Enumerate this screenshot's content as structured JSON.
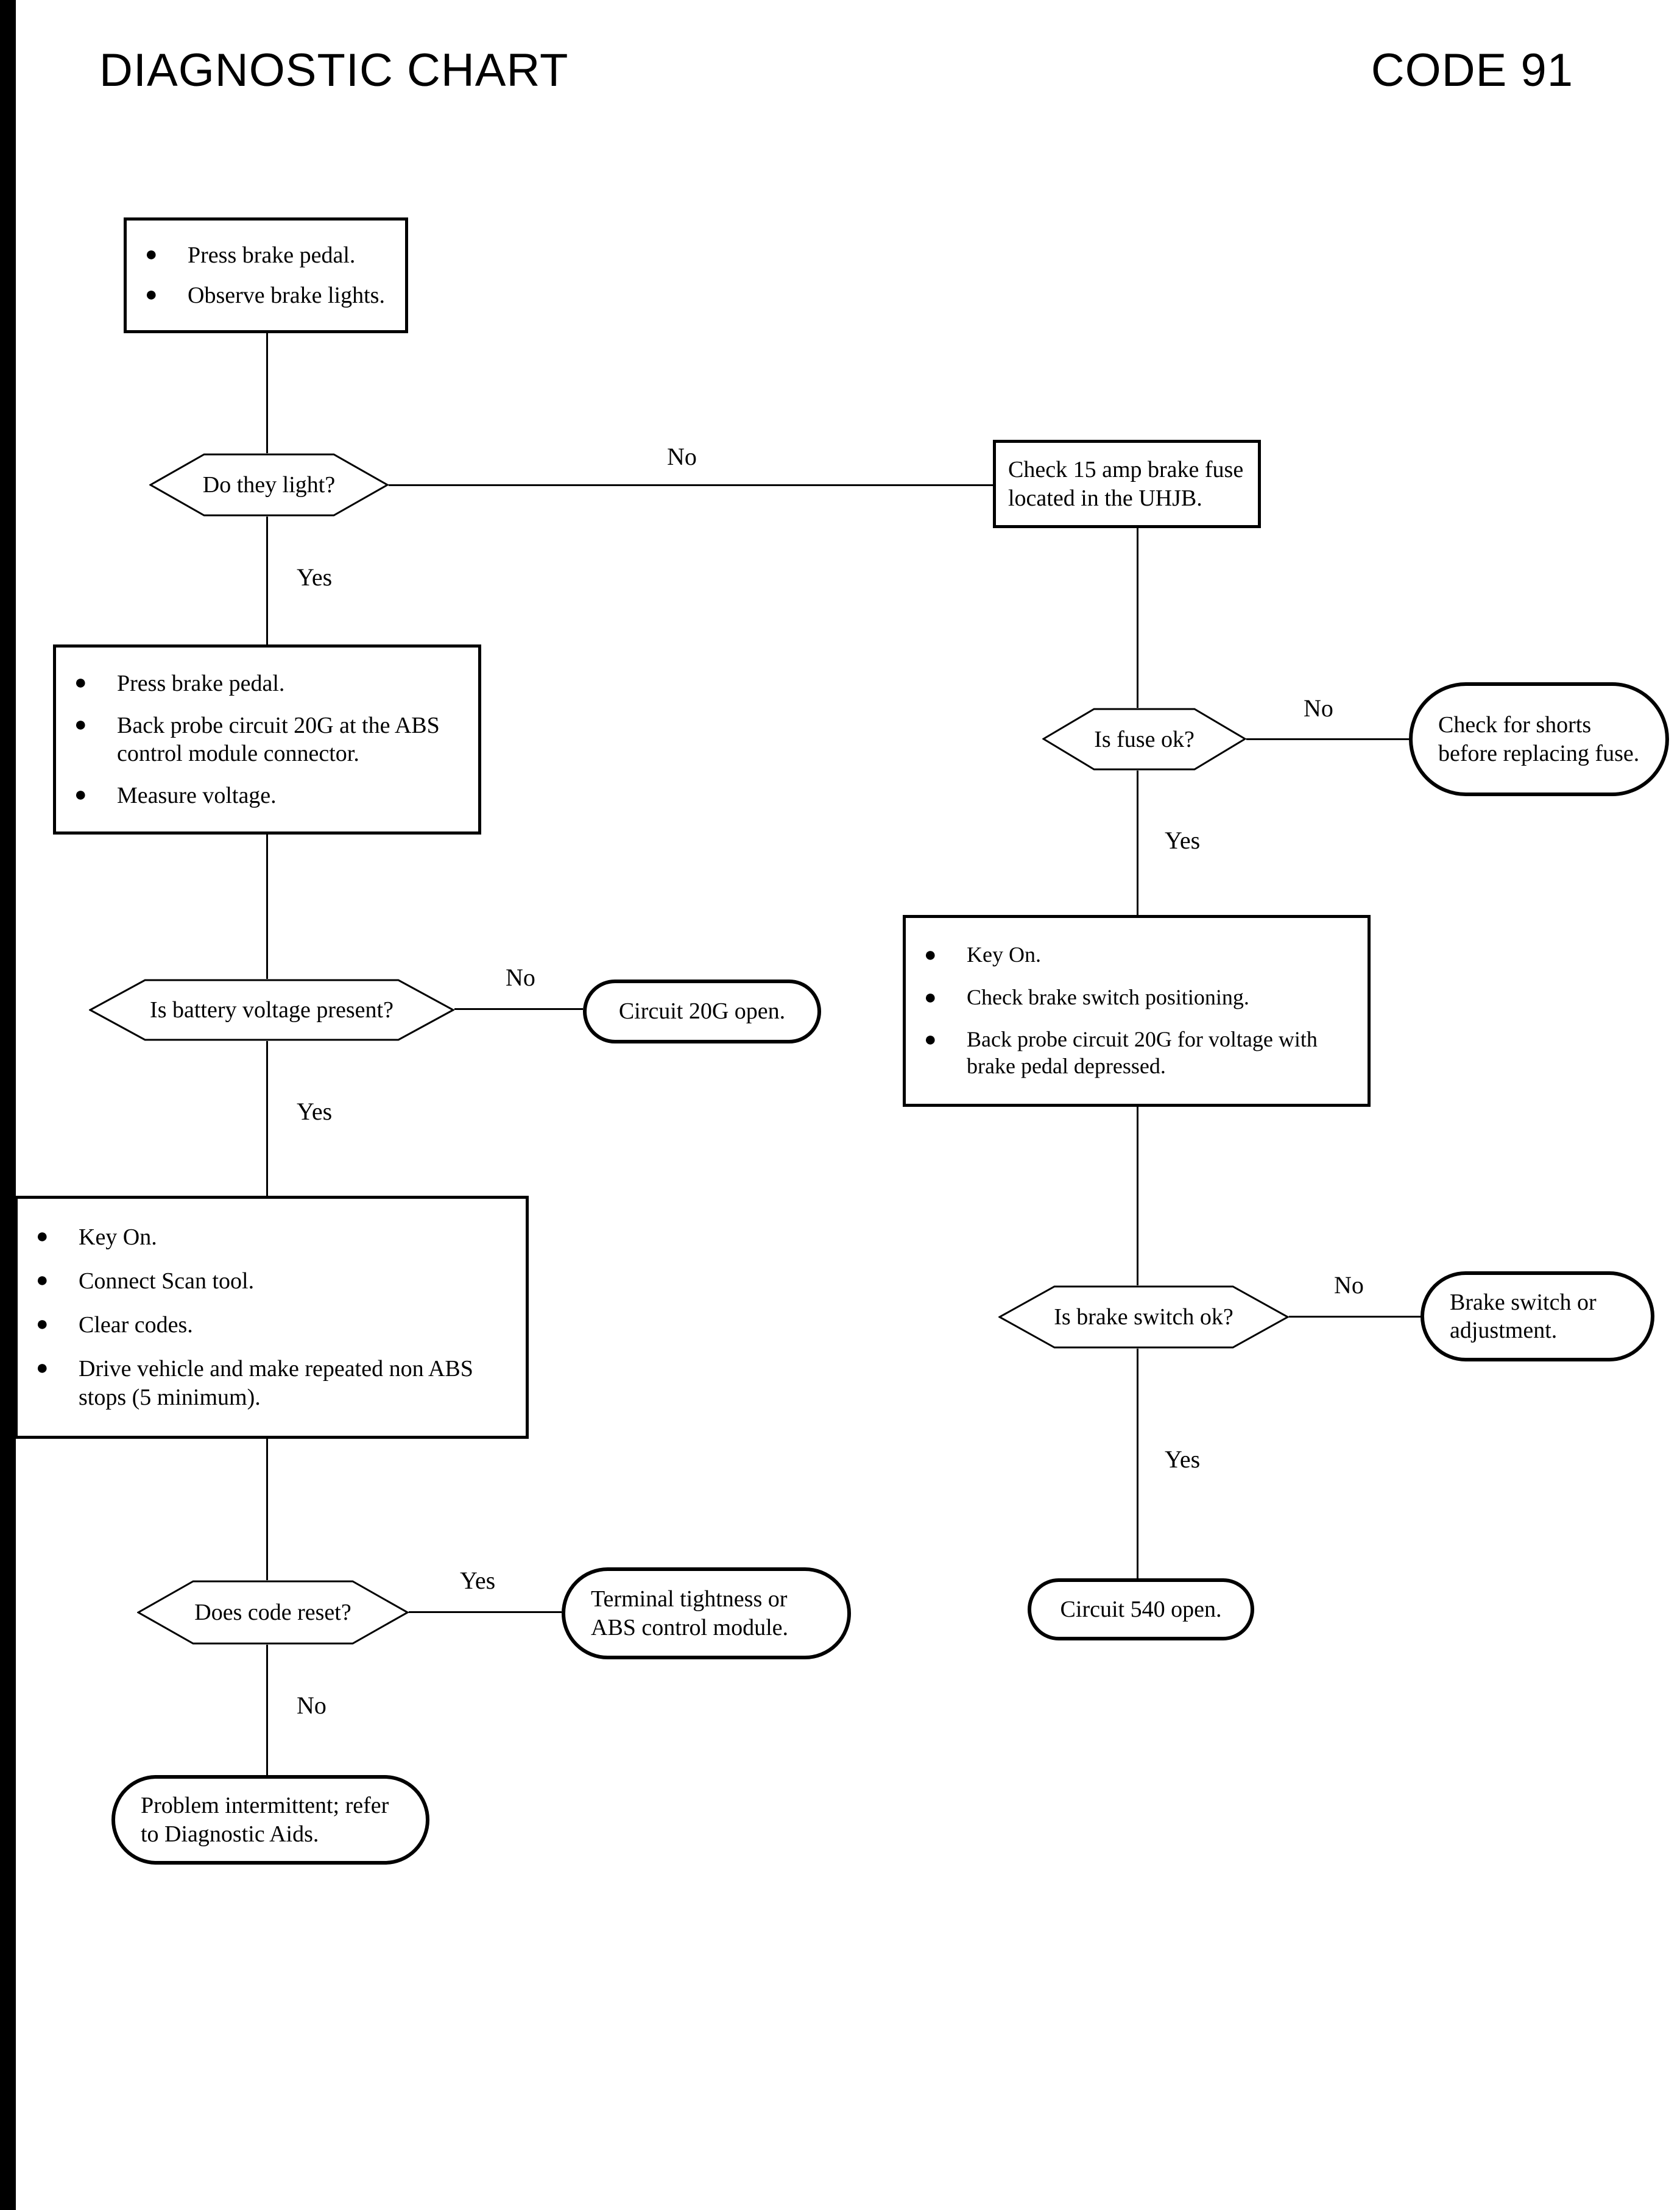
{
  "page": {
    "title": "DIAGNOSTIC CHART",
    "code": "CODE 91"
  },
  "colors": {
    "ink": "#000000",
    "paper": "#ffffff"
  },
  "nodes": {
    "box_press_observe": {
      "bullets": [
        "Press brake pedal.",
        "Observe brake lights."
      ]
    },
    "hex_do_they_light": {
      "text": "Do they light?"
    },
    "box_check_fuse": {
      "text": "Check 15 amp brake fuse located in the UHJB."
    },
    "box_back_probe": {
      "bullets": [
        "Press brake pedal.",
        "Back probe circuit 20G at the ABS control module connector.",
        "Measure voltage."
      ]
    },
    "hex_is_fuse_ok": {
      "text": "Is fuse ok?"
    },
    "stadium_check_shorts": {
      "text": "Check for shorts before replacing fuse."
    },
    "box_key_on_right": {
      "bullets": [
        "Key On.",
        "Check brake switch positioning.",
        "Back probe circuit 20G for voltage with brake pedal depressed."
      ]
    },
    "hex_battery_voltage": {
      "text": "Is battery voltage present?"
    },
    "stadium_circuit_20g": {
      "text": "Circuit 20G open."
    },
    "box_key_on_left": {
      "bullets": [
        "Key On.",
        "Connect Scan tool.",
        "Clear codes.",
        "Drive vehicle and make repeated non ABS stops (5 minimum)."
      ]
    },
    "hex_brake_switch": {
      "text": "Is brake switch ok?"
    },
    "stadium_brake_switch": {
      "text": "Brake switch or adjustment."
    },
    "hex_code_reset": {
      "text": "Does code reset?"
    },
    "stadium_terminal": {
      "text": "Terminal tightness or ABS control module."
    },
    "stadium_circuit_540": {
      "text": "Circuit 540 open."
    },
    "stadium_problem": {
      "text": "Problem intermittent; refer to Diagnostic Aids."
    }
  },
  "labels": {
    "no_do_they_light": "No",
    "yes_do_they_light": "Yes",
    "no_battery": "No",
    "yes_battery": "Yes",
    "yes_code_reset": "Yes",
    "no_code_reset": "No",
    "no_fuse_ok": "No",
    "yes_fuse_ok": "Yes",
    "no_brake_switch": "No",
    "yes_brake_switch": "Yes"
  }
}
